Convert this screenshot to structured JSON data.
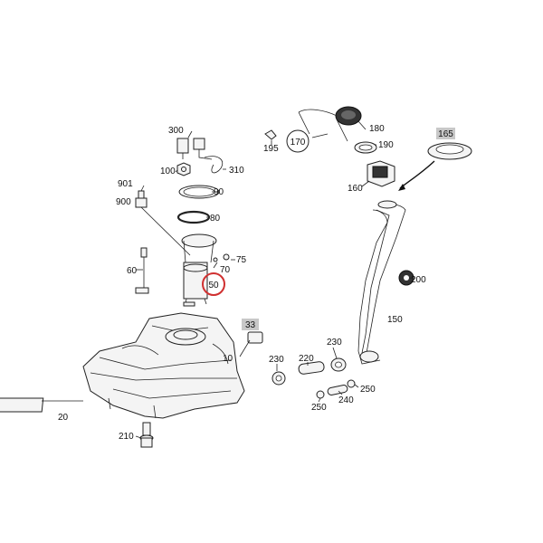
{
  "colors": {
    "highlight_circle": "#d03030",
    "label_box": "#c8c8c8",
    "arrow": "#111111"
  },
  "parts": {
    "p300": "300",
    "p100": "100",
    "p310": "310",
    "p90": "90",
    "p80": "80",
    "p901": "901",
    "p900": "900",
    "p60": "60",
    "p75": "75",
    "p70": "70",
    "p50": "50",
    "p33": "33",
    "p10": "10",
    "p20": "20",
    "p210": "210",
    "p195": "195",
    "p170": "170",
    "p180": "180",
    "p190": "190",
    "p160": "160",
    "p165": "165",
    "p200": "200",
    "p150": "150",
    "p230a": "230",
    "p220": "220",
    "p230b": "230",
    "p250a": "250",
    "p240": "240",
    "p250b": "250"
  }
}
